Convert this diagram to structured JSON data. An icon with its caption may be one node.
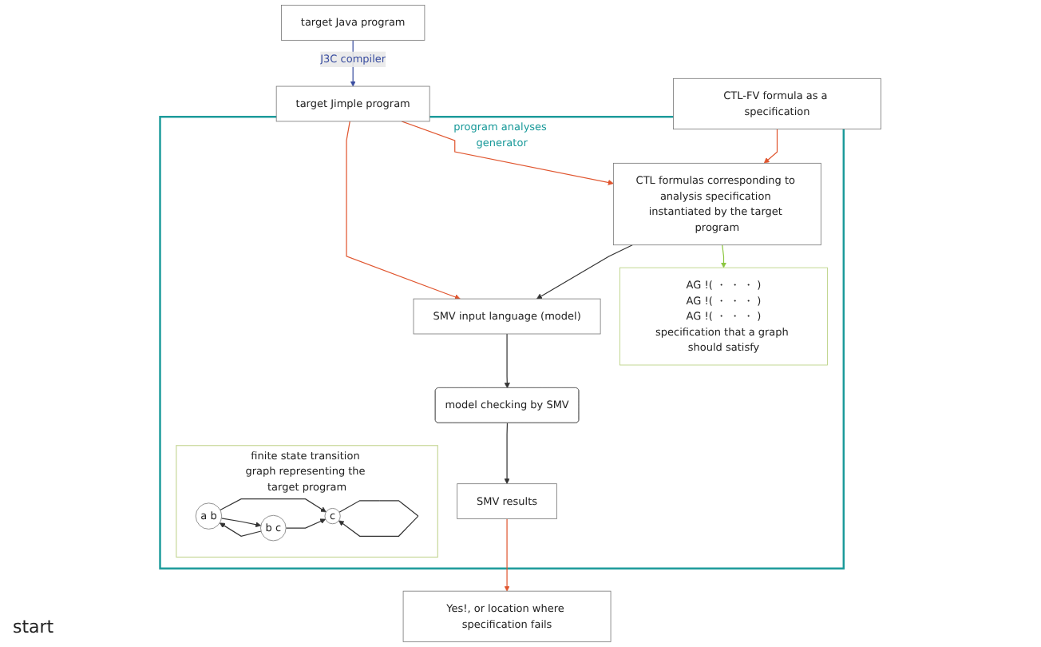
{
  "diagram": {
    "nodes": [
      {
        "text": [
          "target Java program"
        ]
      },
      {
        "text": [
          "target Jimple program"
        ]
      },
      {
        "text": [
          "CTL-FV formula as a specification"
        ]
      },
      {
        "text": [
          "program analyses generator"
        ]
      },
      {
        "text": [
          "CTL formulas corresponding to analysis specification instantiated by the target program"
        ],
        "in": 3
      },
      {
        "text": [
          "SMV input language (model)"
        ],
        "in": 3
      },
      {
        "text": [
          "model checking by SMV"
        ],
        "in": 3
      },
      {
        "text": [
          "SMV results"
        ],
        "in": 3
      },
      {
        "text": [
          "AG !( ・ ・ ・ )",
          "AG !( ・ ・ ・ )",
          "AG !( ・ ・ ・ )",
          "specification that a graph should satisfy"
        ],
        "in": 3
      },
      {
        "text": [
          "finite state transition graph representing the target program"
        ],
        "in": 3
      },
      {
        "text": [
          "a b"
        ],
        "in": 9
      },
      {
        "text": [
          "b c"
        ],
        "in": 9
      },
      {
        "text": [
          "c"
        ],
        "in": 9
      },
      {
        "text": [
          "Yes!, or location where specification fails"
        ]
      }
    ],
    "edges": [
      {
        "from": 0,
        "to": 1,
        "arrow": "to",
        "label": "J3C compiler",
        "color": "#3a4ea0"
      },
      {
        "from": 1,
        "to": 4,
        "arrow": "to",
        "color": "#e0552e"
      },
      {
        "from": 1,
        "to": 5,
        "arrow": "to",
        "color": "#e0552e"
      },
      {
        "from": 2,
        "to": 4,
        "arrow": "to",
        "color": "#e0552e"
      },
      {
        "from": 4,
        "to": 5,
        "arrow": "to"
      },
      {
        "from": 4,
        "to": 8,
        "arrow": "to",
        "color": "#8cc63f"
      },
      {
        "from": 5,
        "to": 6,
        "arrow": "to"
      },
      {
        "from": 6,
        "to": 7,
        "arrow": "to"
      },
      {
        "from": 7,
        "to": 13,
        "arrow": "to",
        "color": "#e0552e"
      },
      {
        "from": 11,
        "to": 10,
        "arrow": "to"
      },
      {
        "from": 10,
        "to": 11,
        "arrow": "to"
      },
      {
        "from": 10,
        "to": 12,
        "arrow": "to"
      },
      {
        "from": 11,
        "to": 12,
        "arrow": "to"
      },
      {
        "from": 12,
        "to": 12,
        "arrow": "to"
      }
    ],
    "labels": [
      "start"
    ]
  }
}
